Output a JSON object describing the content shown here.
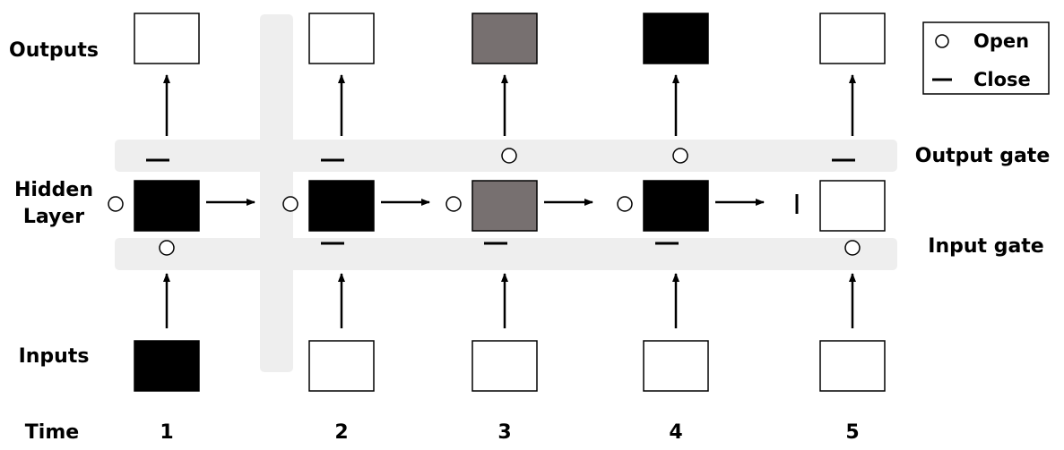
{
  "labels": {
    "outputs": "Outputs",
    "hidden_line1": "Hidden",
    "hidden_line2": "Layer",
    "inputs": "Inputs",
    "time": "Time",
    "output_gate": "Output gate",
    "input_gate": "Input gate"
  },
  "legend": {
    "open": "Open",
    "close": "Close"
  },
  "colors": {
    "black": "#000000",
    "gray": "#777070",
    "white": "#ffffff",
    "band": "#eeeeee"
  },
  "steps": [
    {
      "time": "1",
      "input": "black",
      "hidden": "black",
      "output": "white",
      "output_gate": "close",
      "input_gate": "open",
      "hidden_in_gate": "open"
    },
    {
      "time": "2",
      "input": "white",
      "hidden": "black",
      "output": "white",
      "output_gate": "close",
      "input_gate": "close",
      "hidden_in_gate": "open"
    },
    {
      "time": "3",
      "input": "white",
      "hidden": "gray",
      "output": "gray",
      "output_gate": "open",
      "input_gate": "close",
      "hidden_in_gate": "open"
    },
    {
      "time": "4",
      "input": "white",
      "hidden": "black",
      "output": "black",
      "output_gate": "open",
      "input_gate": "close",
      "hidden_in_gate": "open"
    },
    {
      "time": "5",
      "input": "white",
      "hidden": "white",
      "output": "white",
      "output_gate": "close",
      "input_gate": "open",
      "hidden_in_gate": "close"
    }
  ]
}
